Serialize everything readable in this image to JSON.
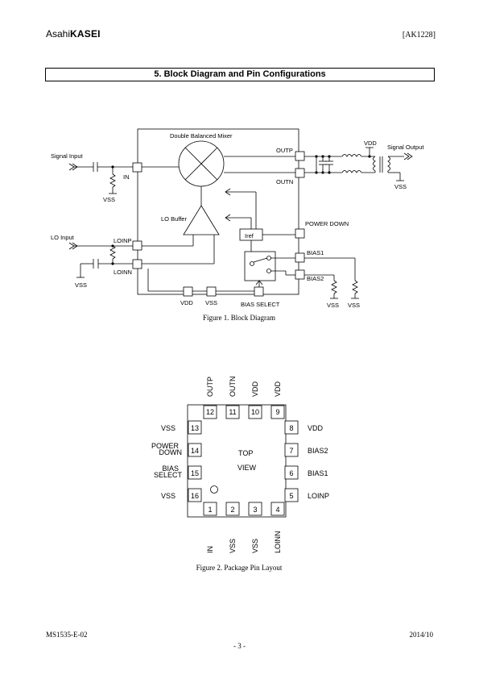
{
  "header": {
    "logo_left": "Asahi",
    "logo_right": "KASEI",
    "doc_id": "[AK1228]"
  },
  "section_title": "5. Block Diagram and Pin Configurations",
  "block_diagram": {
    "mixer_label": "Double Balanced Mixer",
    "signal_input": "Signal Input",
    "in_pin": "IN",
    "vss_in": "VSS",
    "lo_input": "LO Input",
    "loinp": "LOINP",
    "loinn": "LOINN",
    "vss_lo": "VSS",
    "lo_buffer": "LO Buffer",
    "outp": "OUTP",
    "outn": "OUTN",
    "vdd_out": "VDD",
    "signal_output": "Signal Output",
    "vss_out": "VSS",
    "power_down": "POWER DOWN",
    "iref": "Iref",
    "bias1": "BIAS1",
    "bias2": "BIAS2",
    "vss_b1": "VSS",
    "vss_b2": "VSS",
    "vdd_bottom": "VDD",
    "vss_bottom": "VSS",
    "bias_select": "BIAS SELECT"
  },
  "figure1_caption": "Figure 1. Block Diagram",
  "pin_layout": {
    "top_pins": [
      {
        "num": "12",
        "name": "OUTP"
      },
      {
        "num": "11",
        "name": "OUTN"
      },
      {
        "num": "10",
        "name": "VDD"
      },
      {
        "num": "9",
        "name": "VDD"
      }
    ],
    "bottom_pins": [
      {
        "num": "1",
        "name": "IN"
      },
      {
        "num": "2",
        "name": "VSS"
      },
      {
        "num": "3",
        "name": "VSS"
      },
      {
        "num": "4",
        "name": "LOINN"
      }
    ],
    "left_pins": [
      {
        "num": "13",
        "name_1": "VSS",
        "name_2": ""
      },
      {
        "num": "14",
        "name_1": "POWER",
        "name_2": "DOWN"
      },
      {
        "num": "15",
        "name_1": "BIAS",
        "name_2": "SELECT"
      },
      {
        "num": "16",
        "name_1": "VSS",
        "name_2": ""
      }
    ],
    "right_pins": [
      {
        "num": "8",
        "name": "VDD"
      },
      {
        "num": "7",
        "name": "BIAS2"
      },
      {
        "num": "6",
        "name": "BIAS1"
      },
      {
        "num": "5",
        "name": "LOINP"
      }
    ],
    "center_1": "TOP",
    "center_2": "VIEW"
  },
  "figure2_caption": "Figure 2. Package Pin Layout",
  "footer": {
    "doc_number": "MS1535-E-02",
    "date": "2014/10",
    "page": "- 3 -"
  }
}
